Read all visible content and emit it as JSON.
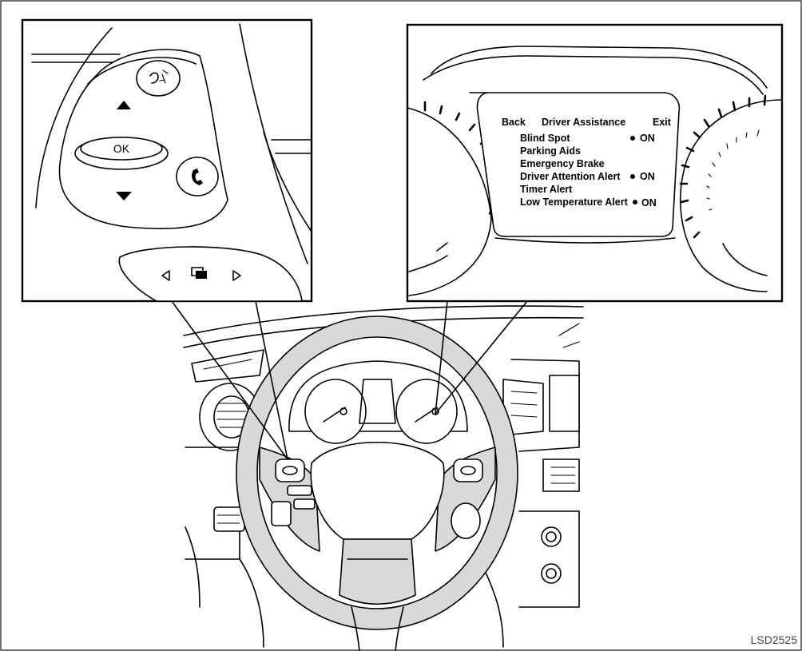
{
  "figure_code": "LSD2525",
  "left_callout": {
    "ok_button_label": "OK",
    "icons": [
      "up-arrow-icon",
      "down-arrow-icon",
      "voice-command-icon",
      "phone-icon",
      "left-arrow-icon",
      "right-arrow-icon",
      "display-mode-icon"
    ]
  },
  "right_callout": {
    "display": {
      "back_label": "Back",
      "title": "Driver Assistance",
      "exit_label": "Exit",
      "items": [
        {
          "label": "Blind Spot",
          "status": "ON"
        },
        {
          "label": "Parking Aids",
          "status": ""
        },
        {
          "label": "Emergency Brake",
          "status": ""
        },
        {
          "label": "Driver Attention Alert",
          "status": "ON"
        },
        {
          "label": "Timer Alert",
          "status": ""
        },
        {
          "label": "Low Temperature Alert",
          "status": "ON"
        }
      ]
    }
  }
}
